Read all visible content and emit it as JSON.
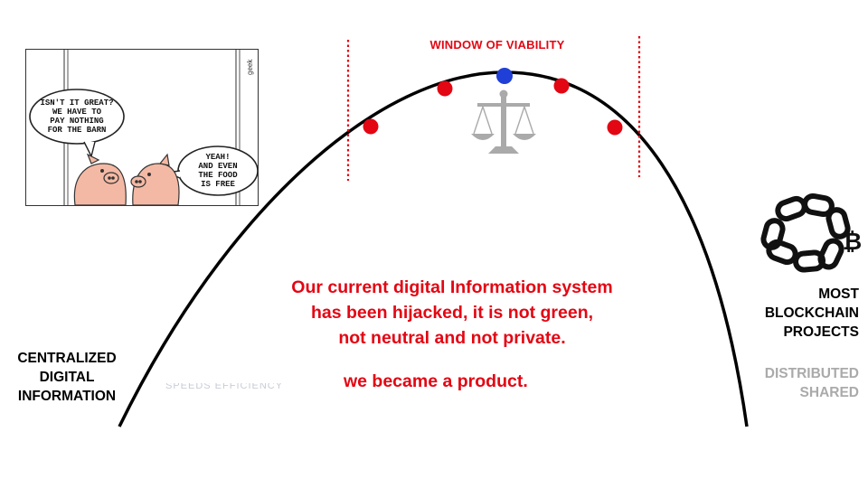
{
  "window_label": "WINDOW OF VIABILITY",
  "message": {
    "line1": "Our current digital Information system",
    "line2": "has been hijacked, it is not green,",
    "line3": "not neutral and not private.",
    "line4": "we became a product."
  },
  "left_label": {
    "line1": "CENTRALIZED",
    "line2": "DIGITAL",
    "line3": "INFORMATION"
  },
  "right_label": {
    "line1": "MOST",
    "line2": "BLOCKCHAIN",
    "line3": "PROJECTS"
  },
  "right_sub": {
    "line1": "DISTRIBUTED",
    "line2": "SHARED"
  },
  "struck_text": "SPEEDS EFFICIENCY",
  "comic": {
    "bubble1": [
      "ISN'T IT GREAT?",
      "WE HAVE TO",
      "PAY NOTHING",
      "FOR THE BARN"
    ],
    "bubble2": [
      "YEAH!",
      "AND EVEN",
      "THE FOOD",
      "IS FREE"
    ],
    "signature": "geek"
  },
  "icons": [
    "balance-scale-icon",
    "bitcoin-chain-icon"
  ],
  "colors": {
    "red": "#e30613",
    "blue": "#1f3fd6",
    "grey": "#aaaaaa",
    "black": "#000000",
    "pig": "#f4b9a4"
  }
}
